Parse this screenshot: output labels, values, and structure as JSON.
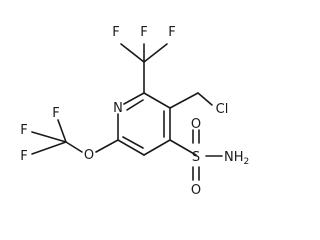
{
  "molecule": {
    "atoms": {
      "f_top_left": "F",
      "f_top_center": "F",
      "f_top_right": "F",
      "n_ring": "N",
      "cl": "Cl",
      "f_left_top": "F",
      "f_left_bottom": "F",
      "f_left_mid": "F",
      "o_ether": "O",
      "o_sulfonyl_top": "O",
      "s_sulfonyl": "S",
      "o_sulfonyl_bottom": "O",
      "nh2": "NH",
      "nh2_subscript": "2"
    }
  }
}
